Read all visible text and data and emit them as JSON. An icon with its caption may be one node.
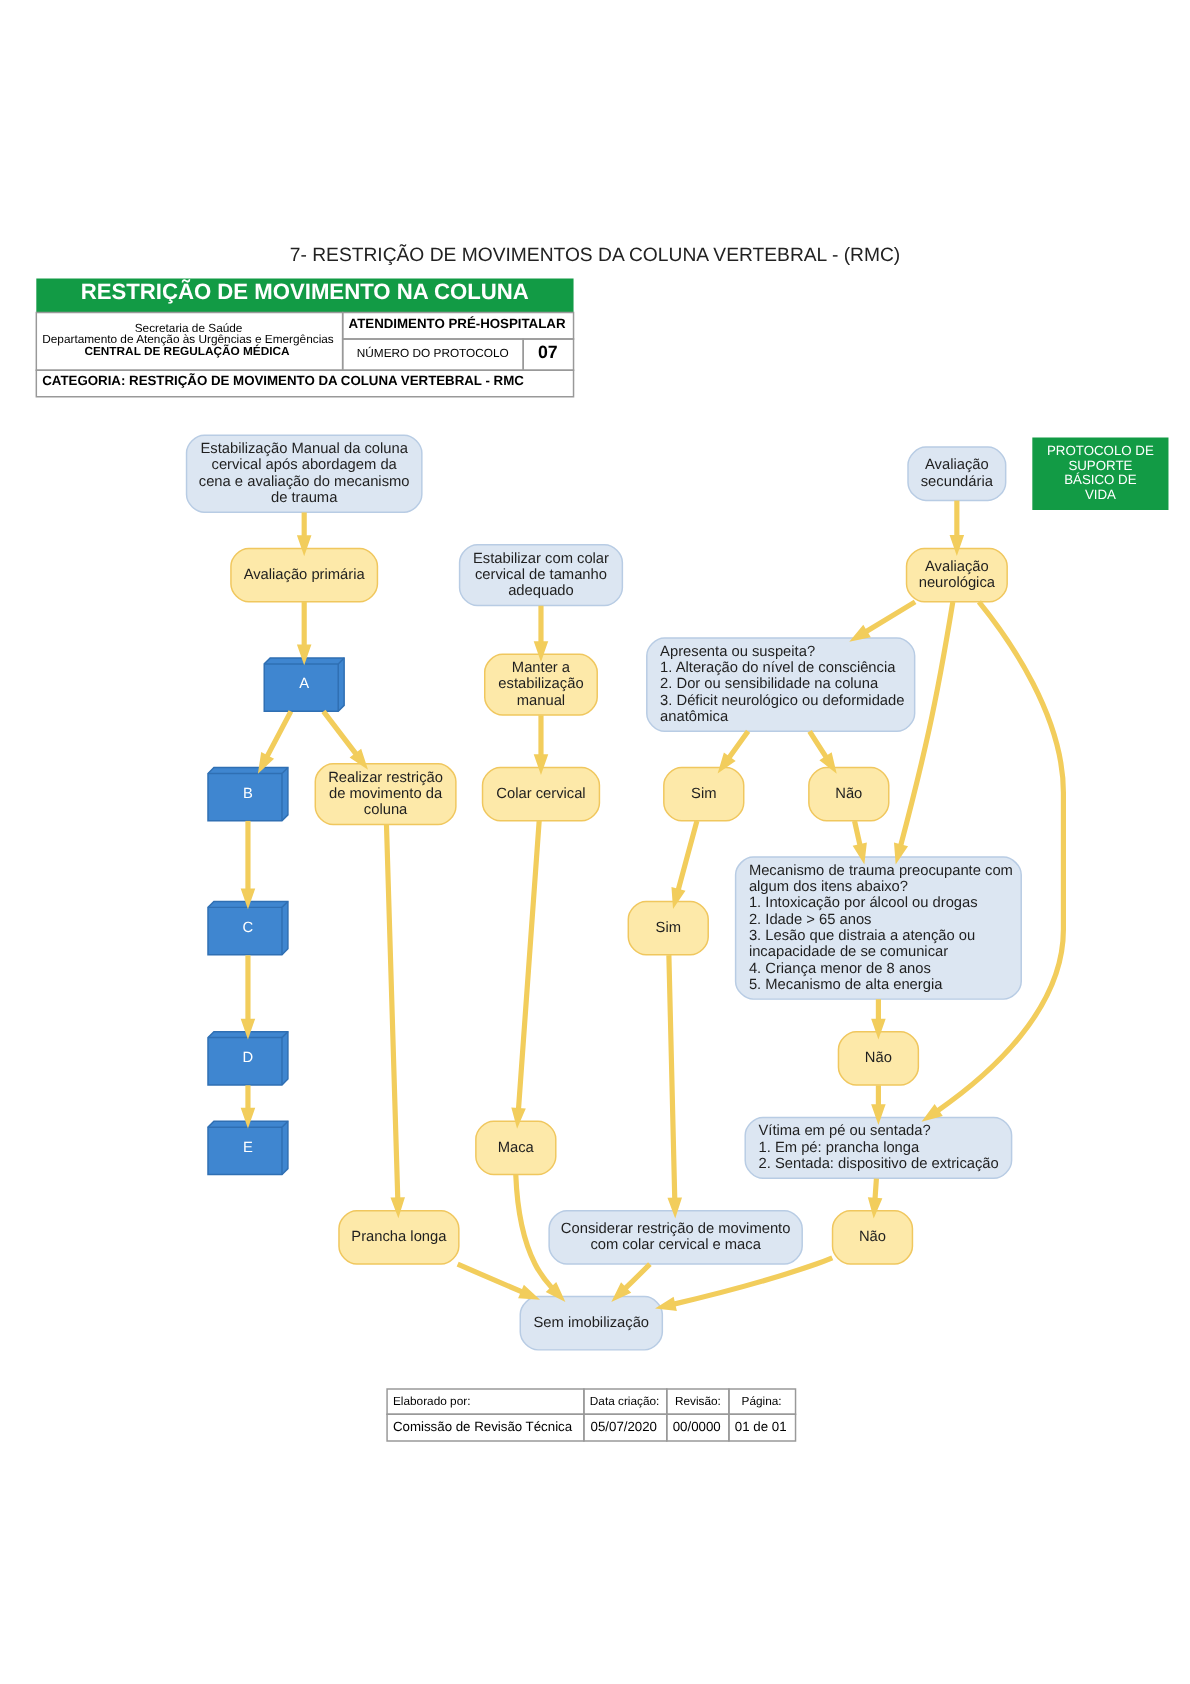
{
  "diagram": {
    "title": "7- RESTRIÇÃO DE MOVIMENTOS DA COLUNA VERTEBRAL - (RMC)",
    "nodes": [
      {
        "text": [
          "Estabilização Manual da coluna cervical após abordagem da cena e avaliação do mecanismo de trauma"
        ]
      },
      {
        "text": [
          "Avaliação secundária"
        ]
      },
      {
        "text": [
          "Avaliação primária"
        ]
      },
      {
        "text": [
          "Estabilizar com colar cervical de tamanho adequado"
        ]
      },
      {
        "text": [
          "Avaliação neurológica"
        ]
      },
      {
        "text": [
          "A"
        ]
      },
      {
        "text": [
          "Manter a estabilização manual"
        ]
      },
      {
        "text": [
          "Apresenta ou suspeita?",
          "1. Alteração do nível de consciência",
          "2. Dor ou sensibilidade na coluna",
          "3. Déficit neurológico ou deformidade anatômica"
        ]
      },
      {
        "text": [
          "B"
        ]
      },
      {
        "text": [
          "Sim"
        ]
      },
      {
        "text": [
          "Não"
        ]
      },
      {
        "text": [
          "C"
        ]
      },
      {
        "text": [
          "Realizar restrição de movimento da coluna"
        ]
      },
      {
        "text": [
          "D"
        ]
      },
      {
        "text": [
          "Mecanismo de trauma preocupante com algum dos itens abaixo?",
          "1. Intoxicação por álcool ou drogas",
          "2. Idade > 65 anos",
          "3. Lesão que distraia a atenção ou incapacidade de se comunicar",
          "4. Criança menor de 8 anos",
          "5. Mecanismo de alta energia"
        ]
      },
      {
        "text": [
          "E"
        ]
      },
      {
        "text": [
          "Colar cervical"
        ]
      },
      {
        "text": [
          "Prancha longa"
        ]
      },
      {
        "text": [
          "Sim"
        ]
      },
      {
        "text": [
          "Não"
        ]
      },
      {
        "text": [
          "Maca"
        ]
      },
      {
        "text": [
          "Vítima em pé ou sentada?",
          "1. Em pé: prancha longa",
          "2. Sentada: dispositivo de extricação"
        ]
      },
      {
        "text": [
          "Considerar restrição de movimento com colar cervical e maca"
        ]
      },
      {
        "text": [
          "Não"
        ]
      },
      {
        "text": [
          "Sem imobilização"
        ]
      }
    ],
    "edges": [
      {
        "from": 0,
        "to": 2,
        "arrow": "to"
      },
      {
        "from": 2,
        "to": 5,
        "arrow": "to"
      },
      {
        "from": 5,
        "to": 8,
        "arrow": "to"
      },
      {
        "from": 8,
        "to": 11,
        "arrow": "to"
      },
      {
        "from": 11,
        "to": 13,
        "arrow": "to"
      },
      {
        "from": 13,
        "to": 15,
        "arrow": "to"
      },
      {
        "from": 5,
        "to": 12,
        "arrow": "to"
      },
      {
        "from": 12,
        "to": 17,
        "arrow": "to"
      },
      {
        "from": 17,
        "to": 24,
        "arrow": "to"
      },
      {
        "from": 3,
        "to": 6,
        "arrow": "to"
      },
      {
        "from": 6,
        "to": 16,
        "arrow": "to"
      },
      {
        "from": 16,
        "to": 20,
        "arrow": "to"
      },
      {
        "from": 20,
        "to": 24,
        "arrow": "to"
      },
      {
        "from": 7,
        "to": 9,
        "arrow": "to"
      },
      {
        "from": 9,
        "to": 18,
        "arrow": "to"
      },
      {
        "from": 18,
        "to": 22,
        "arrow": "to"
      },
      {
        "from": 7,
        "to": 10,
        "arrow": "to"
      },
      {
        "from": 10,
        "to": 14,
        "arrow": "to"
      },
      {
        "from": 14,
        "to": 19,
        "arrow": "to"
      },
      {
        "from": 19,
        "to": 21,
        "arrow": "to"
      },
      {
        "from": 21,
        "to": 23,
        "arrow": "to"
      },
      {
        "from": 23,
        "to": 24,
        "arrow": "to"
      },
      {
        "from": 1,
        "to": 4,
        "arrow": "to"
      },
      {
        "from": 4,
        "to": 7,
        "arrow": "to"
      },
      {
        "from": 4,
        "to": 14,
        "arrow": "to"
      },
      {
        "from": 4,
        "to": 21,
        "arrow": "to"
      },
      {
        "from": 22,
        "to": 24,
        "arrow": "to"
      }
    ],
    "labels": [
      "RESTRIÇÃO DE MOVIMENTO NA COLUNA",
      "Secretaria de Saúde",
      "Departamento de Atenção às Urgências e Emergências",
      "CENTRAL DE REGULAÇÃO MÉDICA",
      "ATENDIMENTO PRÉ-HOSPITALAR",
      "NÚMERO DO PROTOCOLO",
      "07",
      "CATEGORIA: RESTRIÇÃO DE MOVIMENTO DA COLUNA VERTEBRAL - RMC",
      "Elaborado por:",
      "Comissão de Revisão Técnica",
      "Data criação:",
      "05/07/2020",
      "Revisão:",
      "00/0000",
      "Página:",
      "01 de 01",
      "PROTOCOLO DE SUPORTE BÁSICO DE VIDA"
    ]
  }
}
